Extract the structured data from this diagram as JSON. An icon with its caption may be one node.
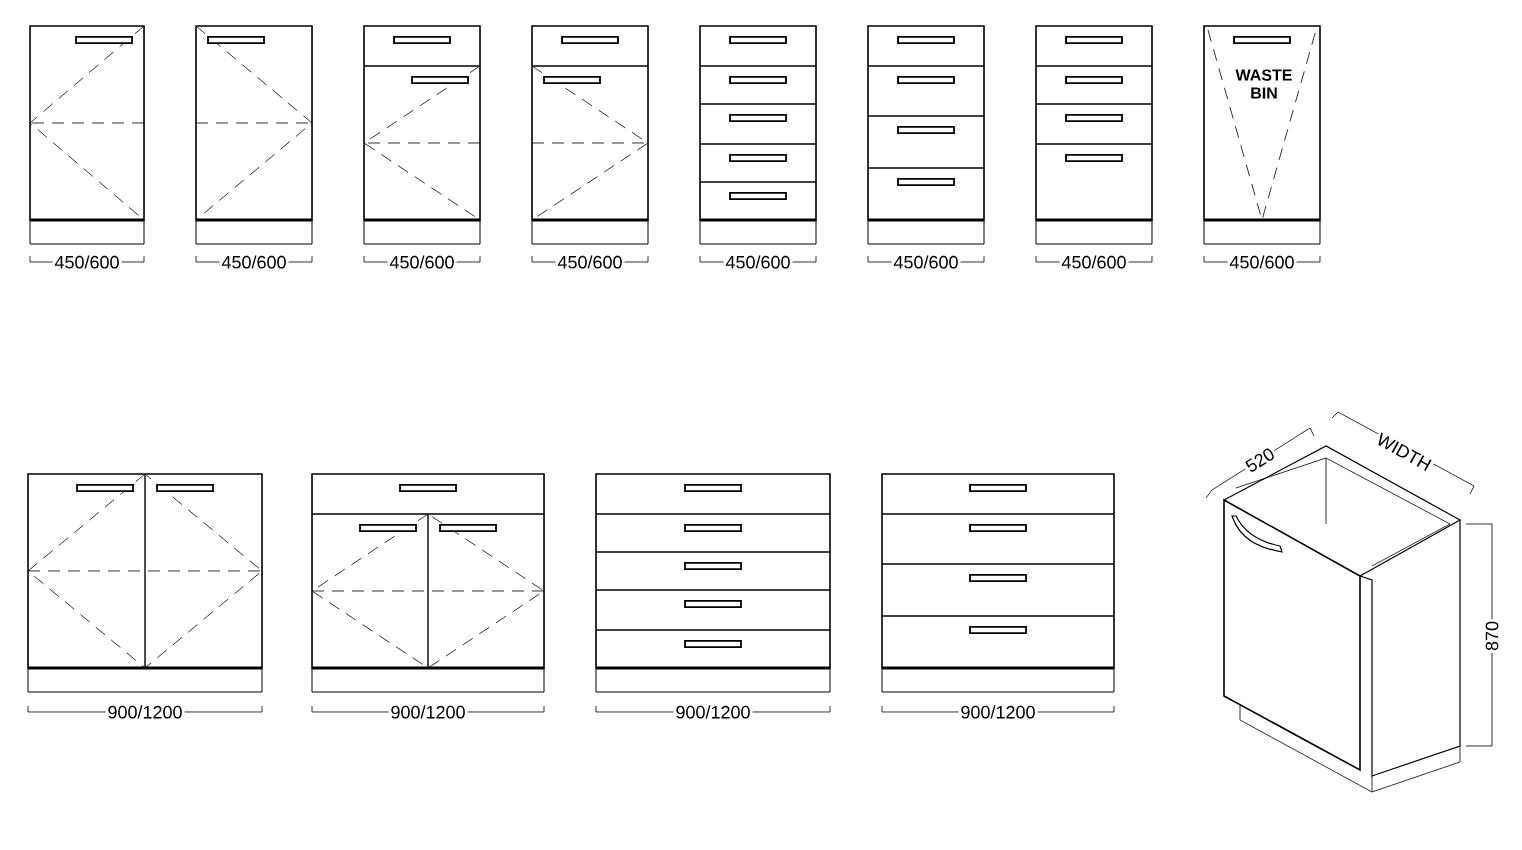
{
  "diagram": {
    "labels": [
      "WASTE BIN",
      "450/600",
      "450/600",
      "450/600",
      "450/600",
      "450/600",
      "450/600",
      "450/600",
      "450/600",
      "520",
      "WIDTH",
      "870",
      "900/1200",
      "900/1200",
      "900/1200",
      "900/1200"
    ]
  }
}
